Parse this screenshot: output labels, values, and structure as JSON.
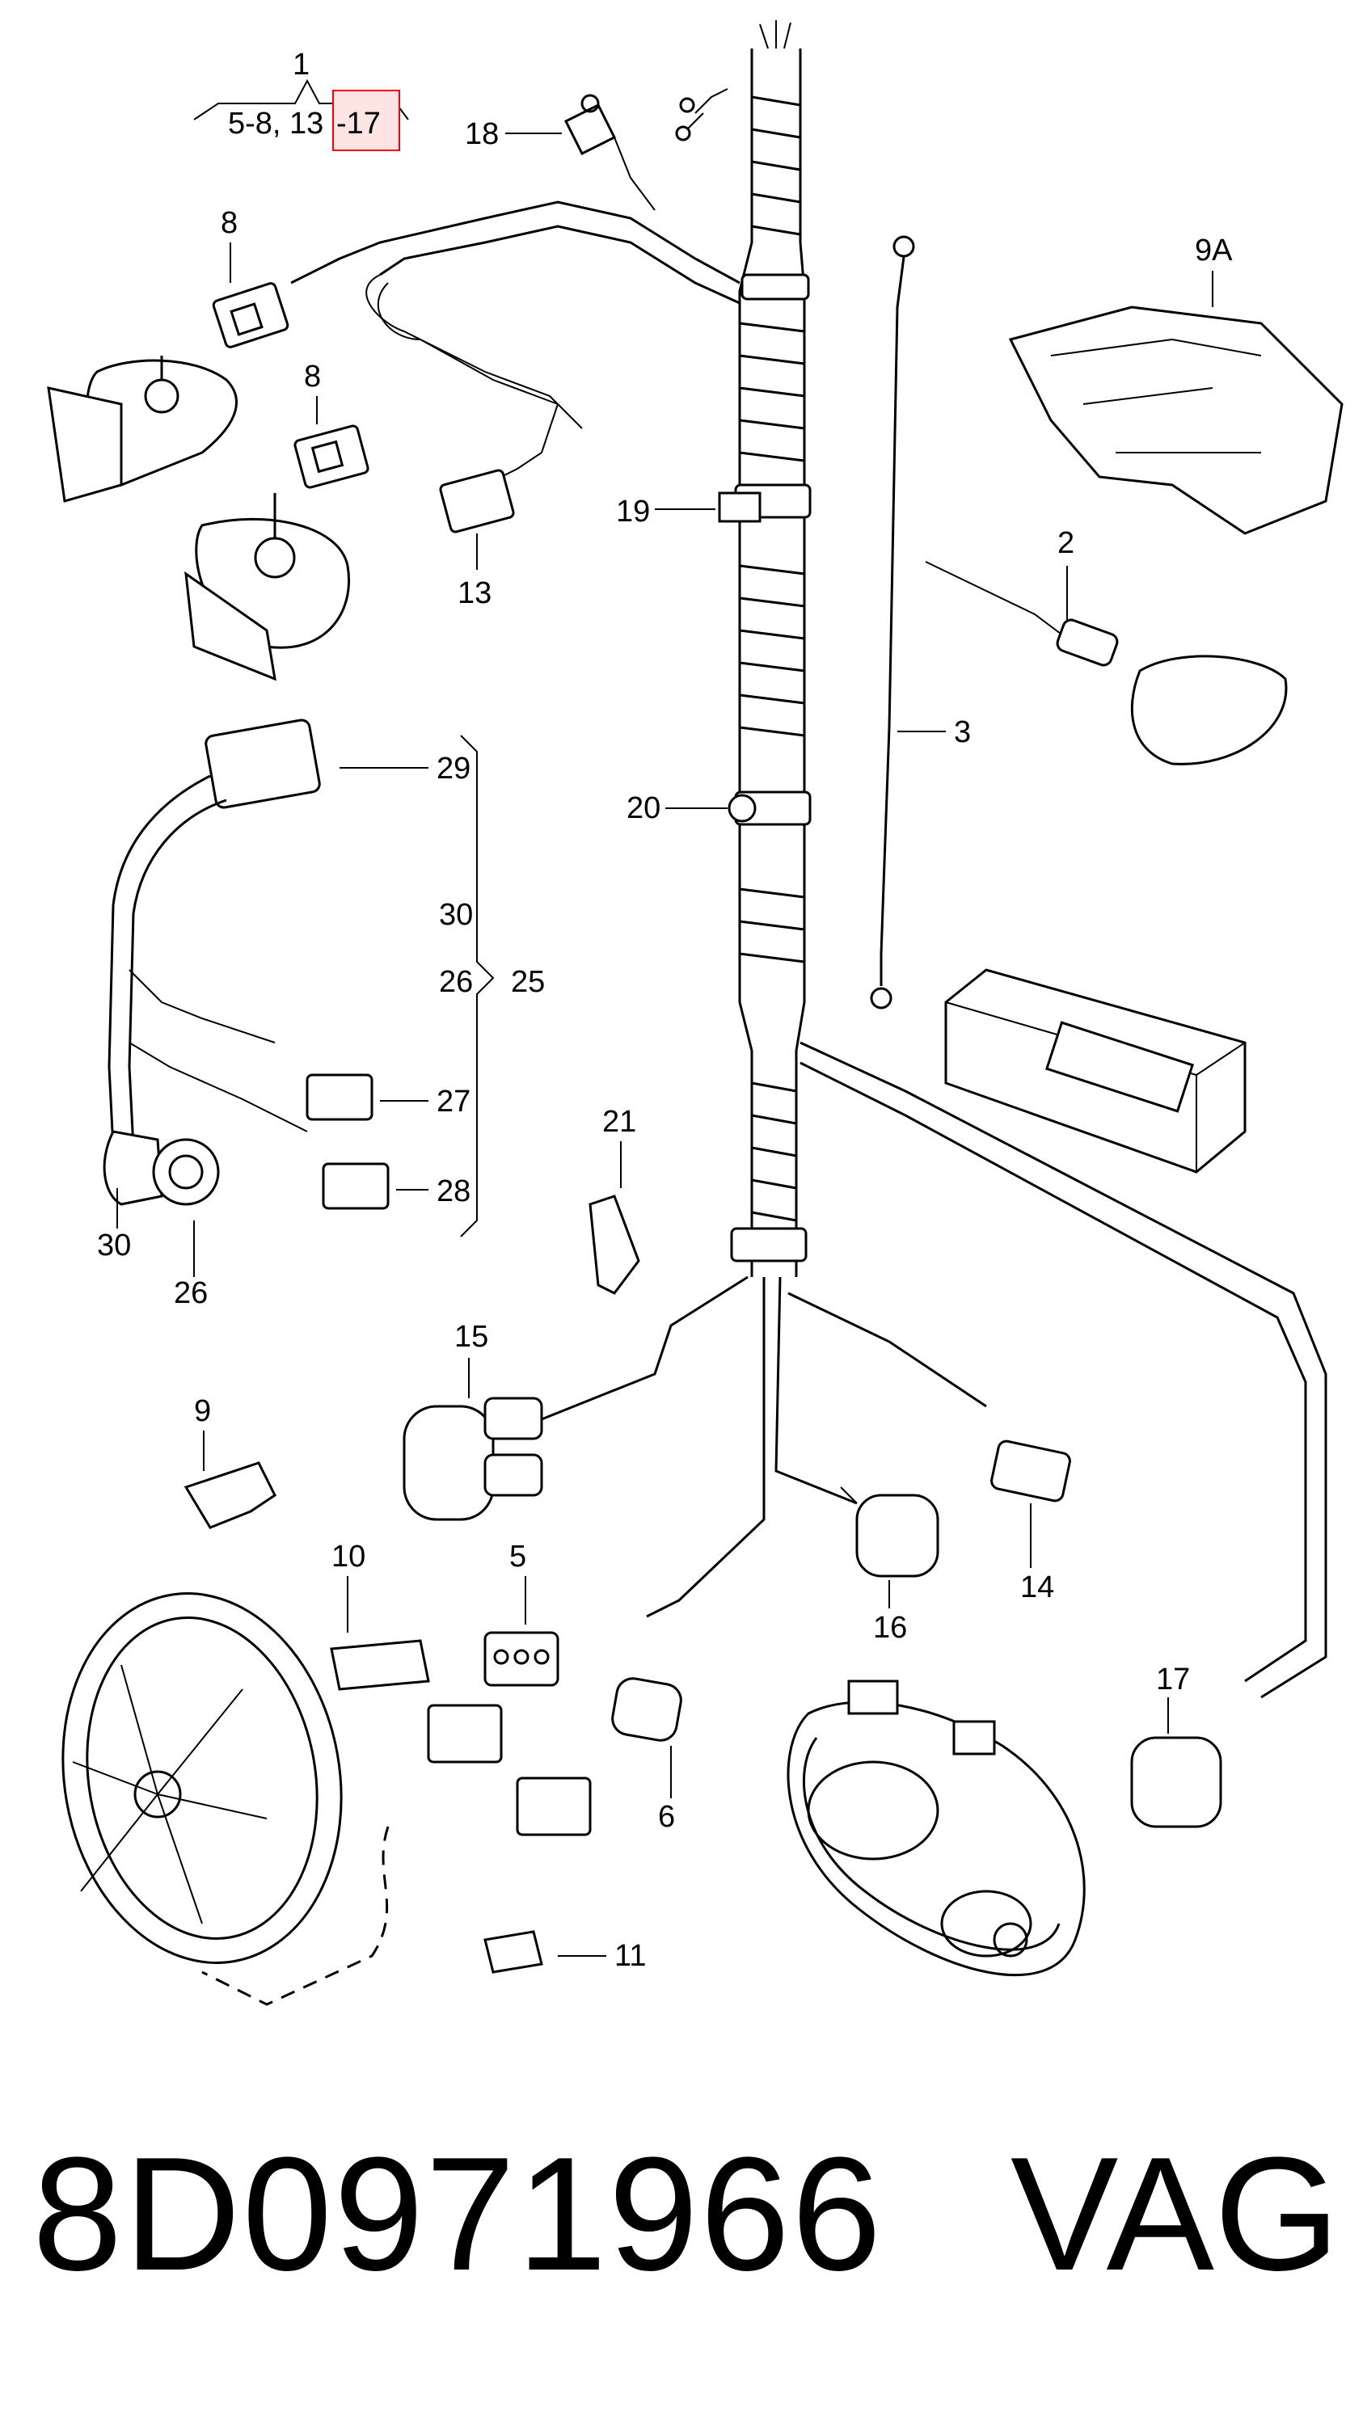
{
  "header_note": {
    "ref": "1",
    "range_text": "5-8, 13",
    "highlight_text": "-17",
    "highlight_color": "#ff0000"
  },
  "callouts": {
    "c18": "18",
    "c8a": "8",
    "c8b": "8",
    "c13": "13",
    "c9A": "9A",
    "c19": "19",
    "c2": "2",
    "c3": "3",
    "c29": "29",
    "c30a": "30",
    "c26a": "26",
    "c25": "25",
    "c20": "20",
    "c27": "27",
    "c28": "28",
    "c21": "21",
    "c30b": "30",
    "c26b": "26",
    "c15": "15",
    "c9": "9",
    "c14": "14",
    "c16": "16",
    "c10": "10",
    "c5": "5",
    "c17": "17",
    "c6": "6",
    "c11": "11"
  },
  "footer": {
    "part_number": "8D0971966",
    "brand": "VAG"
  }
}
